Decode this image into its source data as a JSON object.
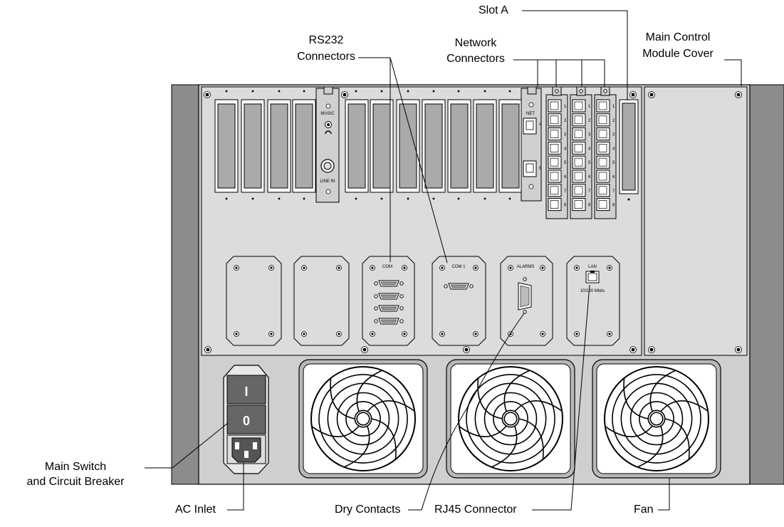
{
  "callouts": {
    "slot_a": "Slot A",
    "rs232_line1": "RS232",
    "rs232_line2": "Connectors",
    "network_line1": "Network",
    "network_line2": "Connectors",
    "main_control_line1": "Main Control",
    "main_control_line2": "Module Cover",
    "main_switch_line1": "Main Switch",
    "main_switch_line2": "and Circuit Breaker",
    "ac_inlet": "AC Inlet",
    "dry_contacts": "Dry Contacts",
    "rj45_connector": "RJ45 Connector",
    "fan": "Fan"
  },
  "panel_labels": {
    "music": "MUSIC",
    "line_in": "LINE IN",
    "net": "NET",
    "net_port_a": "A",
    "net_port_b": "B",
    "com": "COM",
    "com1": "COM 1",
    "alarms": "ALARMS",
    "lan": "LAN",
    "lan_speed": "10/100 Mbits",
    "switch_on": "I",
    "switch_off": "0"
  },
  "net_port_numbers": [
    "1",
    "2",
    "3",
    "4",
    "5",
    "6",
    "7",
    "8"
  ]
}
